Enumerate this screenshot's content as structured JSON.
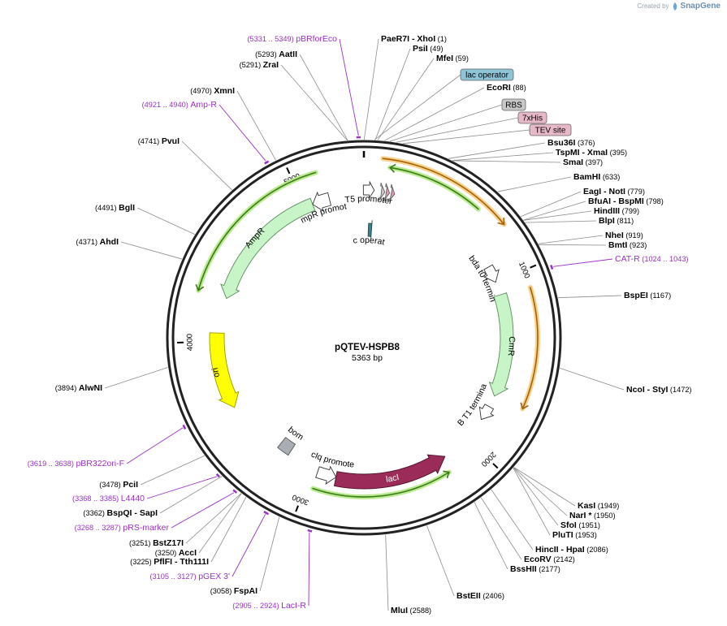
{
  "plasmid": {
    "name": "pQTEV-HSPB8",
    "size_label": "5363 bp",
    "length": 5363
  },
  "credit": {
    "created_by": "Created by",
    "brand": "SnapGene"
  },
  "colors": {
    "backbone": "#222222",
    "site_line": "#8c8c8c",
    "primer": "#9b30c8",
    "orf_fill": "#c8f5c8",
    "ampr_highlight": "#b9eb8c",
    "cmr_orange": "#f0a030",
    "lacI_fill": "#9b2c5a",
    "ori_fill": "#ffff00",
    "bom_fill": "#a8aeb3",
    "lac_operator_fill": "#3f7f8f",
    "feature_tag_lacop": "#8ec4d6",
    "feature_tag_rbs": "#c8c8c8",
    "feature_tag_pink": "#e7b8c8"
  },
  "scale_ticks": [
    {
      "bp": 1000,
      "label": "1000"
    },
    {
      "bp": 2000,
      "label": "2000"
    },
    {
      "bp": 3000,
      "label": "3000"
    },
    {
      "bp": 4000,
      "label": "4000"
    },
    {
      "bp": 5000,
      "label": "5000"
    }
  ],
  "sites": [
    {
      "bp": 1,
      "name": "PaeR7I",
      "sep": "  -  ",
      "name2": "XhoI",
      "pos": "(1)",
      "bold": true
    },
    {
      "bp": 49,
      "name": "PsiI",
      "pos": "(49)",
      "bold": true
    },
    {
      "bp": 59,
      "name": "MfeI",
      "pos": "(59)",
      "bold": true
    },
    {
      "bp": 88,
      "name": "EcoRI",
      "pos": "(88)",
      "bold": true
    },
    {
      "bp": 376,
      "name": "Bsu36I",
      "pos": "(376)",
      "bold": true
    },
    {
      "bp": 395,
      "name": "TspMI",
      "sep": "  -  ",
      "name2": "XmaI",
      "pos": "(395)",
      "bold": true
    },
    {
      "bp": 397,
      "name": "SmaI",
      "pos": "(397)",
      "bold": true
    },
    {
      "bp": 633,
      "name": "BamHI",
      "pos": "(633)",
      "bold": true
    },
    {
      "bp": 779,
      "name": "EagI",
      "sep": "  -  ",
      "name2": "NotI",
      "pos": "(779)",
      "bold": true
    },
    {
      "bp": 798,
      "name": "BfuAI",
      "sep": "  -  ",
      "name2": "BspMI",
      "pos": "(798)",
      "bold": true
    },
    {
      "bp": 799,
      "name": "HindIII",
      "pos": "(799)",
      "bold": true
    },
    {
      "bp": 811,
      "name": "BlpI",
      "pos": "(811)",
      "bold": true
    },
    {
      "bp": 919,
      "name": "NheI",
      "pos": "(919)",
      "bold": true
    },
    {
      "bp": 923,
      "name": "BmtI",
      "pos": "(923)",
      "bold": true
    },
    {
      "bp": 1167,
      "name": "BspEI",
      "pos": "(1167)",
      "bold": true
    },
    {
      "bp": 1472,
      "name": "NcoI",
      "sep": "  -  ",
      "name2": "StyI",
      "pos": "(1472)",
      "bold": true
    },
    {
      "bp": 1949,
      "name": "KasI",
      "pos": "(1949)",
      "bold": true
    },
    {
      "bp": 1950,
      "name": "NarI *",
      "pos": "(1950)",
      "bold": true
    },
    {
      "bp": 1951,
      "name": "SfoI",
      "pos": "(1951)",
      "bold": true
    },
    {
      "bp": 1953,
      "name": "PluTI",
      "pos": "(1953)",
      "bold": true
    },
    {
      "bp": 2086,
      "name": "HincII",
      "sep": "  -  ",
      "name2": "HpaI",
      "pos": "(2086)",
      "bold": true
    },
    {
      "bp": 2142,
      "name": "EcoRV",
      "pos": "(2142)",
      "bold": true
    },
    {
      "bp": 2177,
      "name": "BssHII",
      "pos": "(2177)",
      "bold": true
    },
    {
      "bp": 2406,
      "name": "BstEII",
      "pos": "(2406)",
      "bold": true
    },
    {
      "bp": 2588,
      "name": "MluI",
      "pos": "(2588)",
      "bold": true
    },
    {
      "bp": 3058,
      "name": "FspAI",
      "pos": "(3058)",
      "bold": true
    },
    {
      "bp": 3225,
      "name": "PflFI",
      "sep": "  -  ",
      "name2": "Tth111I",
      "pos": "(3225)",
      "bold": true
    },
    {
      "bp": 3250,
      "name": "AccI",
      "pos": "(3250)",
      "bold": true
    },
    {
      "bp": 3251,
      "name": "BstZ17I",
      "pos": "(3251)",
      "bold": true
    },
    {
      "bp": 3362,
      "name": "BspQI",
      "sep": "  -  ",
      "name2": "SapI",
      "pos": "(3362)",
      "bold": true
    },
    {
      "bp": 3478,
      "name": "PciI",
      "pos": "(3478)",
      "bold": true
    },
    {
      "bp": 3894,
      "name": "AlwNI",
      "pos": "(3894)",
      "bold": true
    },
    {
      "bp": 4371,
      "name": "AhdI",
      "pos": "(4371)",
      "bold": true
    },
    {
      "bp": 4491,
      "name": "BglI",
      "pos": "(4491)",
      "bold": true
    },
    {
      "bp": 4741,
      "name": "PvuI",
      "pos": "(4741)",
      "bold": true
    },
    {
      "bp": 4970,
      "name": "XmnI",
      "pos": "(4970)",
      "bold": true
    },
    {
      "bp": 5291,
      "name": "ZraI",
      "pos": "(5291)",
      "bold": true
    },
    {
      "bp": 5293,
      "name": "AatII",
      "pos": "(5293)",
      "bold": true
    }
  ],
  "primers": [
    {
      "start": 5331,
      "end": 5349,
      "range": "(5331 .. 5349)",
      "name": "pBRforEco"
    },
    {
      "start": 4921,
      "end": 4940,
      "range": "(4921 .. 4940)",
      "name": "Amp-R"
    },
    {
      "start": 1024,
      "end": 1043,
      "range": "(1024 .. 1043)",
      "name": "CAT-R"
    },
    {
      "start": 3619,
      "end": 3638,
      "range": "(3619 .. 3638)",
      "name": "pBR322ori-F"
    },
    {
      "start": 3368,
      "end": 3385,
      "range": "(3368 .. 3385)",
      "name": "L4440"
    },
    {
      "start": 3268,
      "end": 3287,
      "range": "(3268 .. 3287)",
      "name": "pRS-marker"
    },
    {
      "start": 3105,
      "end": 3127,
      "range": "(3105 .. 3127)",
      "name": "pGEX 3'"
    },
    {
      "start": 2905,
      "end": 2924,
      "range": "(2905 .. 2924)",
      "name": "LacI-R"
    }
  ],
  "feature_tags": [
    {
      "name": "lac operator",
      "kind": "lacop"
    },
    {
      "name": "RBS",
      "kind": "rbs"
    },
    {
      "name": "7xHis",
      "kind": "pink"
    },
    {
      "name": "TEV site",
      "kind": "pink"
    }
  ],
  "features": [
    {
      "name": "AmpR",
      "start": 4260,
      "end": 5050,
      "strand": "-"
    },
    {
      "name": "AmpR promoter",
      "start": 5050,
      "end": 5155,
      "strand": "-"
    },
    {
      "name": "T5 promoter",
      "start": 5360,
      "end": 60,
      "strand": "+"
    },
    {
      "name": "lac operator",
      "start": 35,
      "end": 60,
      "strand": "+"
    },
    {
      "name": "lambda t0 terminator",
      "start": 900,
      "end": 1000,
      "strand": "+"
    },
    {
      "name": "CmR",
      "start": 1080,
      "end": 1700,
      "strand": "+"
    },
    {
      "name": "rrnB T1 terminator",
      "start": 1770,
      "end": 1860,
      "strand": "+"
    },
    {
      "name": "lacI",
      "start": 2170,
      "end": 2850,
      "strand": "-"
    },
    {
      "name": "lacIq promoter",
      "start": 2850,
      "end": 2965,
      "strand": "-"
    },
    {
      "name": "bom",
      "start": 3170,
      "end": 3250,
      "strand": "none"
    },
    {
      "name": "ori",
      "start": 3600,
      "end": 4050,
      "strand": "-"
    }
  ]
}
